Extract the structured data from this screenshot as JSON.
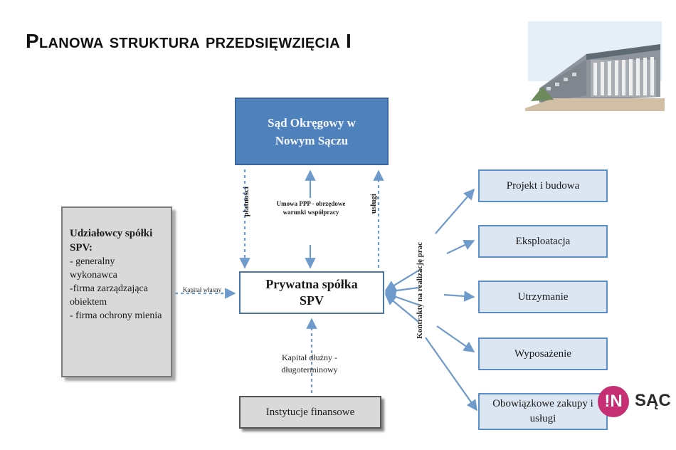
{
  "title": "Planowa struktura przedsięwzięcia I",
  "nodes": {
    "court": "Sąd Okręgowy w Nowym Sączu",
    "spv": "Prywatna spółka SPV",
    "finance": "Instytucje finansowe",
    "shareholders": {
      "heading": "Udziałowcy spółki SPV:",
      "items": [
        "- generalny wykonawca",
        "-firma zarządzająca obiektem",
        "- firma ochrony mienia"
      ]
    },
    "contracts": [
      "Projekt i budowa",
      "Eksploatacja",
      "Utrzymanie",
      "Wyposażenie",
      "Obowiązkowe zakupy i usługi"
    ]
  },
  "labels": {
    "platnosci": "płatności",
    "umowa": "Umowa PPP - obrzędowe warunki współpracy",
    "uslugi": "usługi",
    "kapital_wlasny": "Kapitał własny",
    "kapital_dluzny": "Kapitał dłużny - długoterminowy",
    "kontrakty": "Kontrakty na realizację prac"
  },
  "logo": {
    "badge": "!N",
    "text": "SĄC"
  },
  "colors": {
    "court_fill": "#4f81bd",
    "contract_fill": "#dce6f2",
    "arrow": "#6f9acc",
    "shareholder_fill": "#d9d9d9",
    "logo_accent": "#c62f73"
  }
}
